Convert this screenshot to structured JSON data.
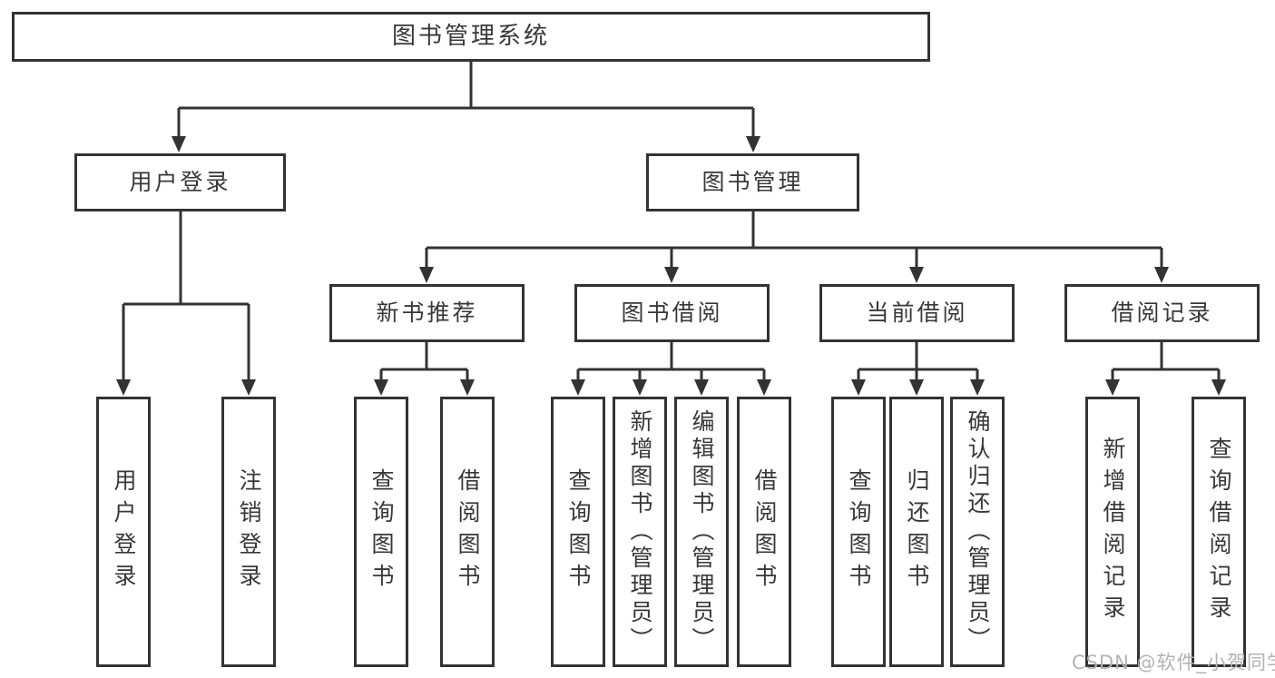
{
  "diagram": {
    "root": {
      "label": "图书管理系统"
    },
    "branches": [
      {
        "label": "用户登录",
        "children": [
          {
            "label": "用户登录"
          },
          {
            "label": "注销登录"
          }
        ]
      },
      {
        "label": "图书管理",
        "children": [
          {
            "label": "新书推荐",
            "children": [
              {
                "label": "查询图书"
              },
              {
                "label": "借阅图书"
              }
            ]
          },
          {
            "label": "图书借阅",
            "children": [
              {
                "label": "查询图书"
              },
              {
                "label": "新增图书（管理员）"
              },
              {
                "label": "编辑图书（管理员）"
              },
              {
                "label": "借阅图书"
              }
            ]
          },
          {
            "label": "当前借阅",
            "children": [
              {
                "label": "查询图书"
              },
              {
                "label": "归还图书"
              },
              {
                "label": "确认归还（管理员）"
              }
            ]
          },
          {
            "label": "借阅记录",
            "children": [
              {
                "label": "新增借阅记录"
              },
              {
                "label": "查询借阅记录"
              }
            ]
          }
        ]
      }
    ]
  },
  "watermark": {
    "text": "CSDN @软件_小贺同学"
  },
  "colors": {
    "line": "#333333",
    "box_background": "#ffffff",
    "text": "#383838",
    "watermark": "#b3b3b3"
  }
}
